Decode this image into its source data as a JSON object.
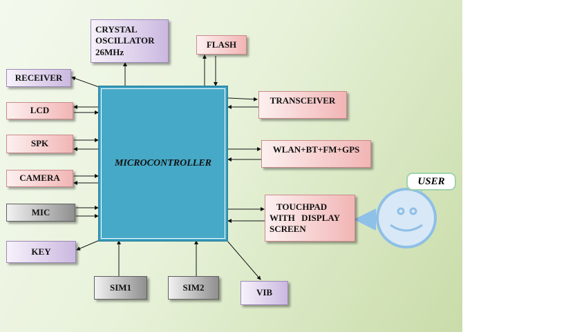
{
  "diagram": {
    "center": "MICROCONTROLLER",
    "left_blocks": [
      "RECEIVER",
      "LCD",
      "SPK",
      "CAMERA",
      "MIC",
      "KEY"
    ],
    "top_blocks": {
      "oscillator": [
        "CRYSTAL",
        "OSCILLATOR",
        "26MHz"
      ],
      "flash": "FLASH"
    },
    "right_blocks": {
      "transceiver": "TRANSCEIVER",
      "wireless": "WLAN+BT+FM+GPS",
      "touchpad": [
        "TOUCHPAD",
        "WITH DISPLAY",
        "SCREEN"
      ]
    },
    "bottom_blocks": [
      "SIM1",
      "SIM2",
      "VIB"
    ],
    "user": {
      "label": "USER",
      "icon": "smiley-face-icon"
    },
    "colors": {
      "mcu": "#46a9c7",
      "pink": "#f2b5b5",
      "purple": "#cbb8e0",
      "gray": "#8f8f8f",
      "user_border": "#9fd3a8"
    }
  }
}
